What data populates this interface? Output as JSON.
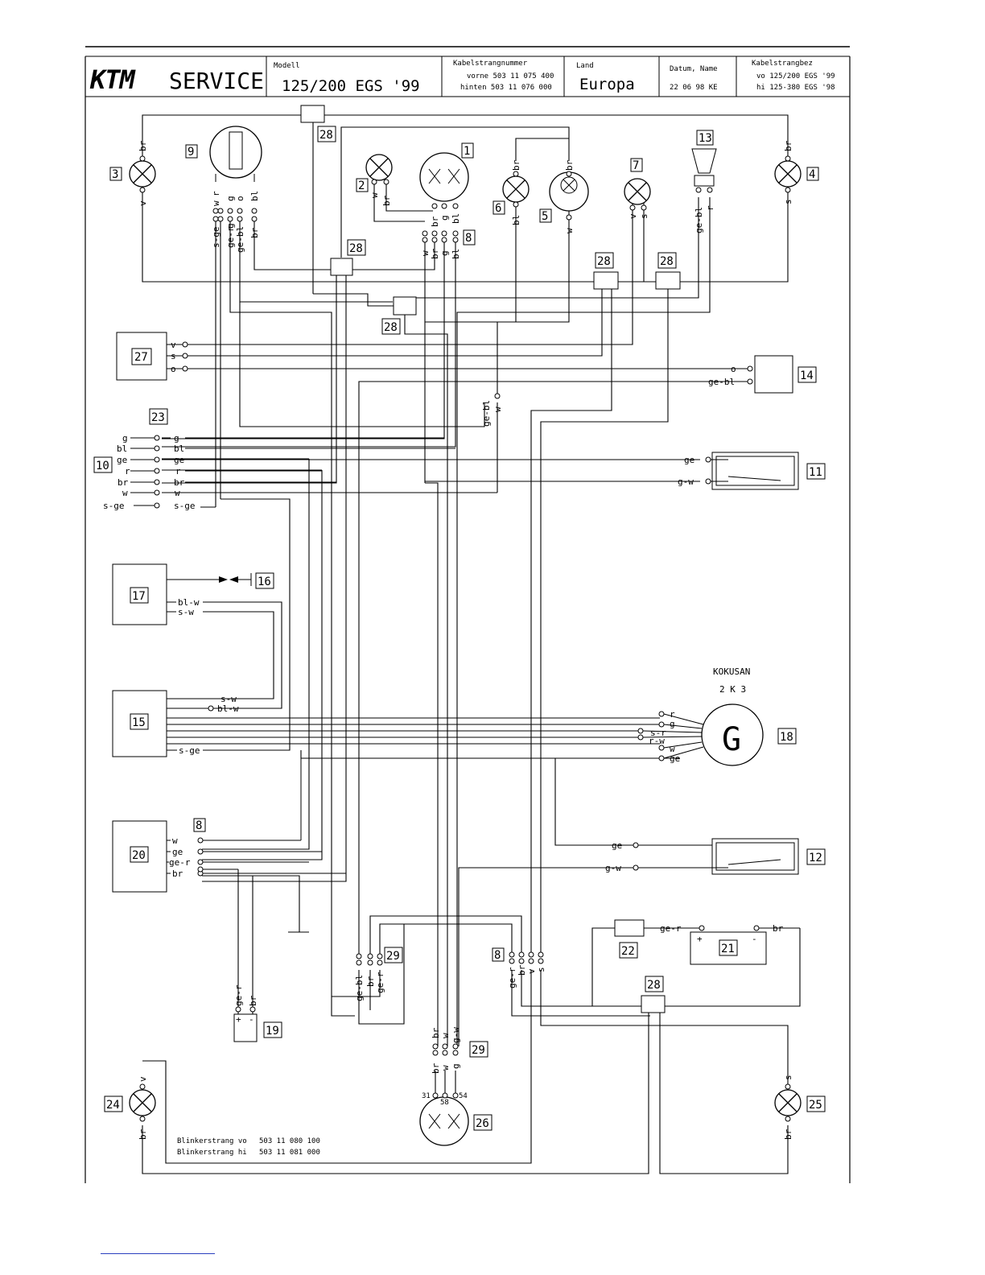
{
  "header": {
    "brand": "KTM",
    "service": "SERVICE",
    "modell_label": "Modell",
    "modell_value": "125/200 EGS '99",
    "kabel_label": "Kabelstrangnummer",
    "kabel_line1": "vorne 503 11 075 400",
    "kabel_line2": "hinten 503 11 076 000",
    "land_label": "Land",
    "land_value": "Europa",
    "datum_label": "Datum, Name",
    "datum_value": "22 06 98 KE",
    "bez_label": "Kabelstrangbez",
    "bez_line1": "vo 125/200 EGS '99",
    "bez_line2": "hi 125-380 EGS '98"
  },
  "components": {
    "c1": "1",
    "c2": "2",
    "c3": "3",
    "c4": "4",
    "c5": "5",
    "c6": "6",
    "c7": "7",
    "c8a": "8",
    "c8b": "8",
    "c8c": "8",
    "c9": "9",
    "c10": "10",
    "c11": "11",
    "c12": "12",
    "c13": "13",
    "c14": "14",
    "c15": "15",
    "c16": "16",
    "c17": "17",
    "c18": "18",
    "c19": "19",
    "c20": "20",
    "c21": "21",
    "c22": "22",
    "c23": "23",
    "c24": "24",
    "c25": "25",
    "c26": "26",
    "c27": "27",
    "c28a": "28",
    "c28b": "28",
    "c28c": "28",
    "c28d": "28",
    "c28e": "28",
    "c28f": "28",
    "c29a": "29",
    "c29b": "29"
  },
  "generator": {
    "brand": "KOKUSAN",
    "model": "2 K 3",
    "symbol": "G"
  },
  "battery": {
    "plus": "+",
    "minus": "-"
  },
  "plug19": {
    "plus": "+",
    "minus": "-"
  },
  "lamp26_terminals": {
    "t31": "31",
    "t58": "58",
    "t54": "54"
  },
  "blinker": {
    "vo_label": "Blinkerstrang vo",
    "vo_value": "503 11 080 100",
    "hi_label": "Blinkerstrang hi",
    "hi_value": "503 11 081 000"
  },
  "wires": {
    "w3_top": "br",
    "w3_bot": "v",
    "w4_top": "br",
    "w4_bot": "s",
    "w24_top": "v",
    "w24_bot": "br",
    "w25_top": "s",
    "w25_bot": "br",
    "w9_a": "w",
    "w9_b": "r",
    "w9_c": "g",
    "w9_d": "o",
    "w9_e": "bl",
    "w9_1": "s-ge",
    "w9_2": "ge-r",
    "w9_3": "g",
    "w9_4": "ge-bl",
    "w9_5": "br",
    "w2": "w",
    "w2b": "br",
    "w1_a": "br",
    "w1_b": "g",
    "w1_c": "bl",
    "w8_1": "w",
    "w8_2": "br",
    "w8_3": "g",
    "w8_4": "bl",
    "w6_top": "br",
    "w6_bot": "bl",
    "w5_top": "br",
    "w5_bot": "w",
    "w7_a": "v",
    "w7_b": "s",
    "w13_a": "ge-bl",
    "w13_b": "r",
    "w27_v": "v",
    "w27_s": "s",
    "w27_o": "o",
    "w14_o": "o",
    "w14_gebl": "ge-bl",
    "wsplit_a": "ge-bl",
    "wsplit_b": "w",
    "w10_l1": "g",
    "w10_l2": "bl",
    "w10_l3": "ge",
    "w10_l4": "r",
    "w10_l5": "br",
    "w10_l6": "w",
    "w10_l7": "s-ge",
    "w10_r1": "g",
    "w10_r2": "bl",
    "w10_r3": "ge",
    "w10_r4": "r",
    "w10_r5": "br",
    "w10_r6": "w",
    "w10_r7": "s-ge",
    "w11_a": "ge",
    "w11_b": "g-w",
    "w17_a": "bl-w",
    "w17_b": "s-w",
    "w15_a": "s-w",
    "w15_b": "bl-w",
    "w15_c": "s-ge",
    "w18_1": "r",
    "w18_2": "g",
    "w18_3": "s-r",
    "w18_4": "r-w",
    "w18_5": "w",
    "w18_6": "ge",
    "w12_a": "ge",
    "w12_b": "g-w",
    "w20_1": "w",
    "w20_2": "ge",
    "w20_3": "ge-r",
    "w20_4": "br",
    "w19_a": "ge-r",
    "w19_b": "br",
    "w29a_1": "ge-bl",
    "w29a_2": "br",
    "w29a_3": "ge-r",
    "w8c_1": "ge-r",
    "w8c_2": "br",
    "w8c_3": "v",
    "w8c_4": "s",
    "w22": "ge-r",
    "w21": "br",
    "w29b_t1": "br",
    "w29b_t2": "w",
    "w29b_t3": "g-w",
    "w29b_b1": "br",
    "w29b_b2": "w",
    "w29b_b3": "g"
  }
}
